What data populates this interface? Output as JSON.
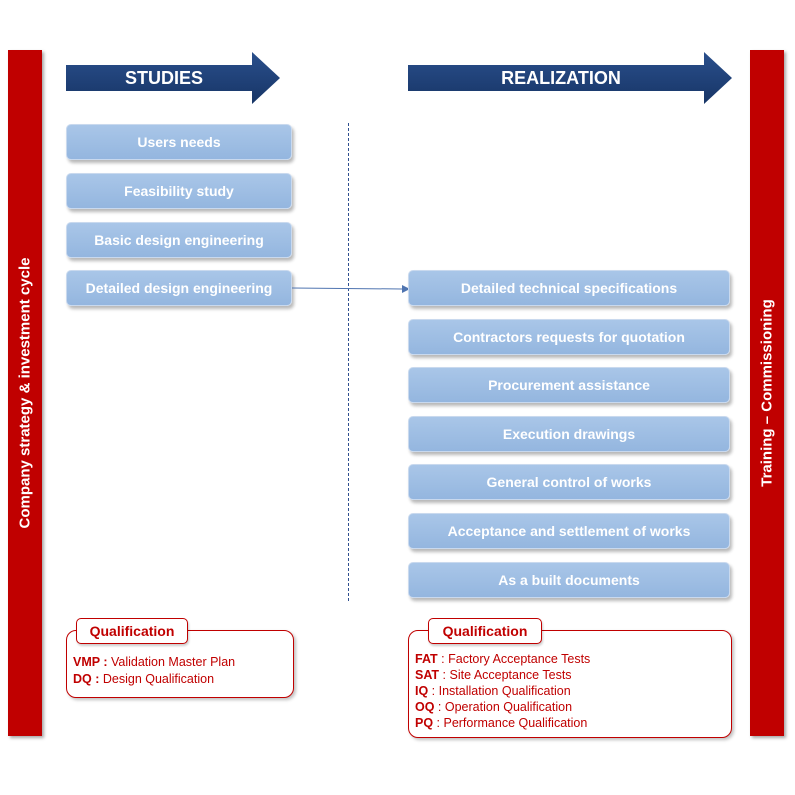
{
  "left_bar": {
    "label": "Company strategy & investment cycle"
  },
  "right_bar": {
    "label": "Training – Commissioning"
  },
  "studies": {
    "header": "STUDIES",
    "steps": [
      "Users needs",
      "Feasibility study",
      "Basic design engineering",
      "Detailed design engineering"
    ]
  },
  "realization": {
    "header": "REALIZATION",
    "steps": [
      "Detailed technical specifications",
      "Contractors requests for quotation",
      "Procurement assistance",
      "Execution drawings",
      "General control of works",
      "Acceptance and settlement of works",
      "As a built documents"
    ]
  },
  "qualification_left": {
    "title": "Qualification",
    "items": [
      {
        "abbr": "VMP :",
        "text": " Validation Master Plan"
      },
      {
        "abbr": "DQ :",
        "text": " Design Qualification"
      }
    ]
  },
  "qualification_right": {
    "title": "Qualification",
    "items": [
      {
        "abbr": "FAT",
        "text": " : Factory Acceptance Tests"
      },
      {
        "abbr": "SAT",
        "text": " : Site Acceptance Tests"
      },
      {
        "abbr": "IQ",
        "text": " : Installation Qualification"
      },
      {
        "abbr": "OQ",
        "text": " : Operation Qualification"
      },
      {
        "abbr": "PQ",
        "text": " : Performance Qualification"
      }
    ]
  },
  "colors": {
    "accent_red": "#c00000",
    "arrow_blue": "#1f3f78",
    "step_blue": "#9dbde3"
  }
}
